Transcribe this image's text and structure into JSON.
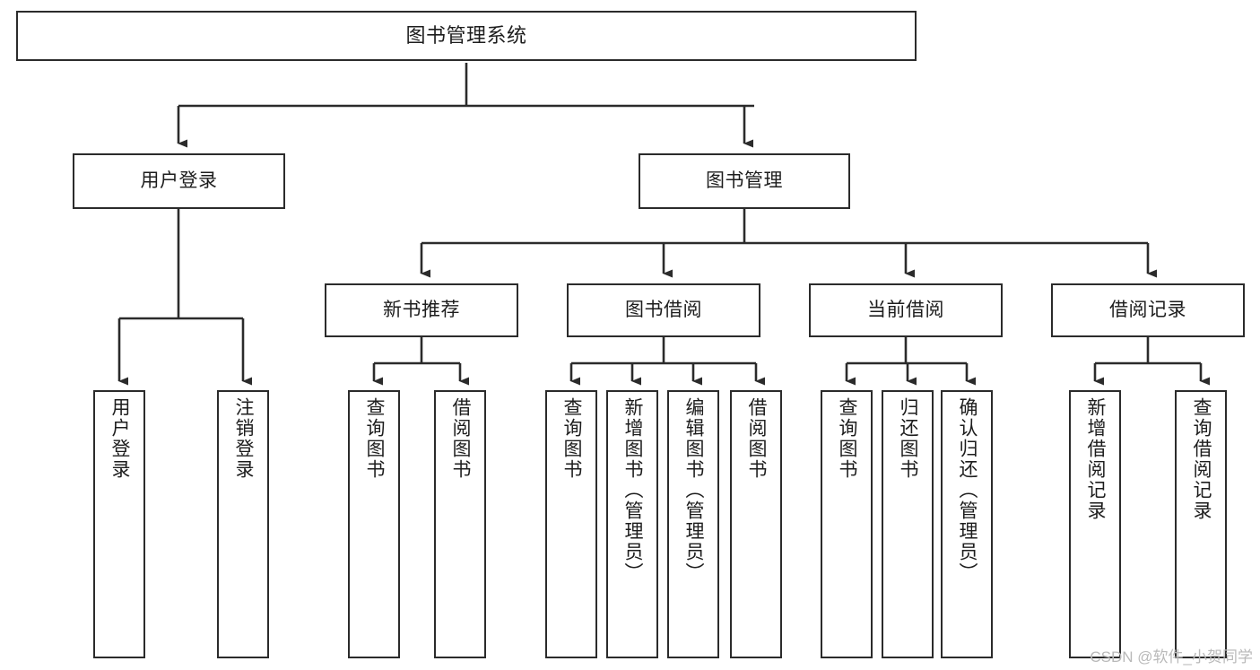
{
  "diagram": {
    "title": "图书管理系统",
    "type": "tree",
    "stroke_color": "#2b2b2b",
    "fill_color": "#ffffff",
    "text_color": "#1d1d1d",
    "watermark": "CSDN @软件_小贺同学",
    "nodes": {
      "root": "图书管理系统",
      "level2": {
        "user_login": "用户登录",
        "book_manage": "图书管理"
      },
      "level3": {
        "new_book_recommend": "新书推荐",
        "book_borrow": "图书借阅",
        "current_borrow": "当前借阅",
        "borrow_record": "借阅记录"
      },
      "level4": {
        "user_login_children": [
          "用户登录",
          "注销登录"
        ],
        "new_book_recommend_children": [
          "查询图书",
          "借阅图书"
        ],
        "book_borrow_children": [
          "查询图书",
          "新增图书（管理员）",
          "编辑图书（管理员）",
          "借阅图书"
        ],
        "current_borrow_children": [
          "查询图书",
          "归还图书",
          "确认归还（管理员）"
        ],
        "borrow_record_children": [
          "新增借阅记录",
          "查询借阅记录"
        ]
      }
    }
  }
}
